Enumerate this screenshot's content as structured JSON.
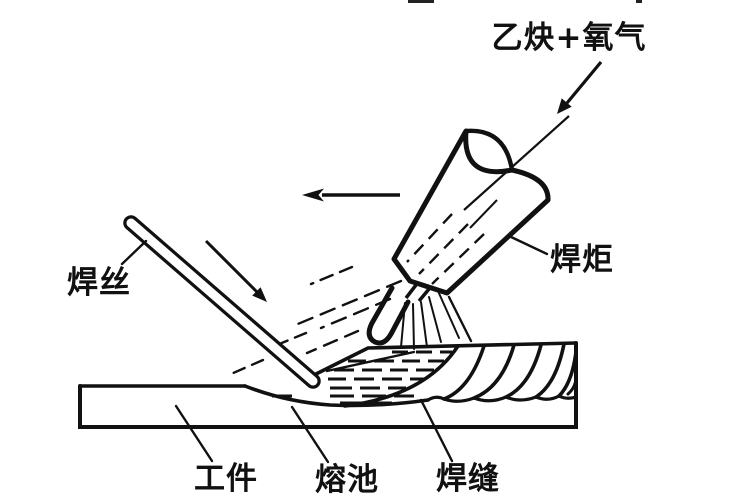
{
  "figure": {
    "background": "#ffffff",
    "ink": "#111111",
    "labels": {
      "gas": "乙炔+氧气",
      "torch": "焊炬",
      "wire": "焊丝",
      "workpiece": "工件",
      "pool": "熔池",
      "seam": "焊缝"
    }
  }
}
